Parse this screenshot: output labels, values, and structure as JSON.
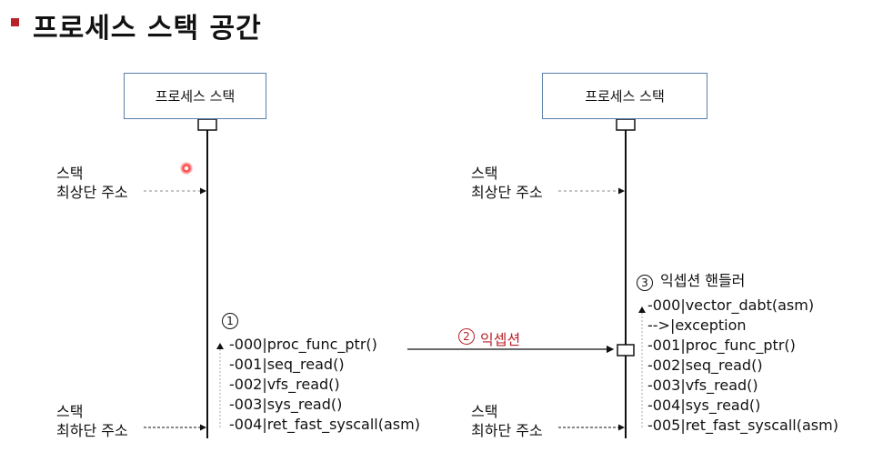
{
  "title": "프로세스 스택 공간",
  "left": {
    "box_label": "프로세스 스택",
    "top_addr_line1": "스택",
    "top_addr_line2": "최상단 주소",
    "bottom_addr_line1": "스택",
    "bottom_addr_line2": "최하단 주소",
    "step_num": "1",
    "frames": [
      "-000|proc_func_ptr()",
      "-001|seq_read()",
      "-002|vfs_read()",
      "-003|sys_read()",
      "-004|ret_fast_syscall(asm)"
    ]
  },
  "exception_arrow": {
    "step_num": "2",
    "label": "익셉션"
  },
  "right": {
    "box_label": "프로세스 스택",
    "top_addr_line1": "스택",
    "top_addr_line2": "최상단 주소",
    "bottom_addr_line1": "스택",
    "bottom_addr_line2": "최하단 주소",
    "step_num": "3",
    "handler_label": "익셉션 핸들러",
    "frames": [
      "-000|vector_dabt(asm)",
      "-->|exception",
      "-001|proc_func_ptr()",
      "-002|seq_read()",
      "-003|vfs_read()",
      "-004|sys_read()",
      "-005|ret_fast_syscall(asm)"
    ]
  },
  "colors": {
    "accent": "#b8232a",
    "box_border": "#5a7fa8"
  }
}
